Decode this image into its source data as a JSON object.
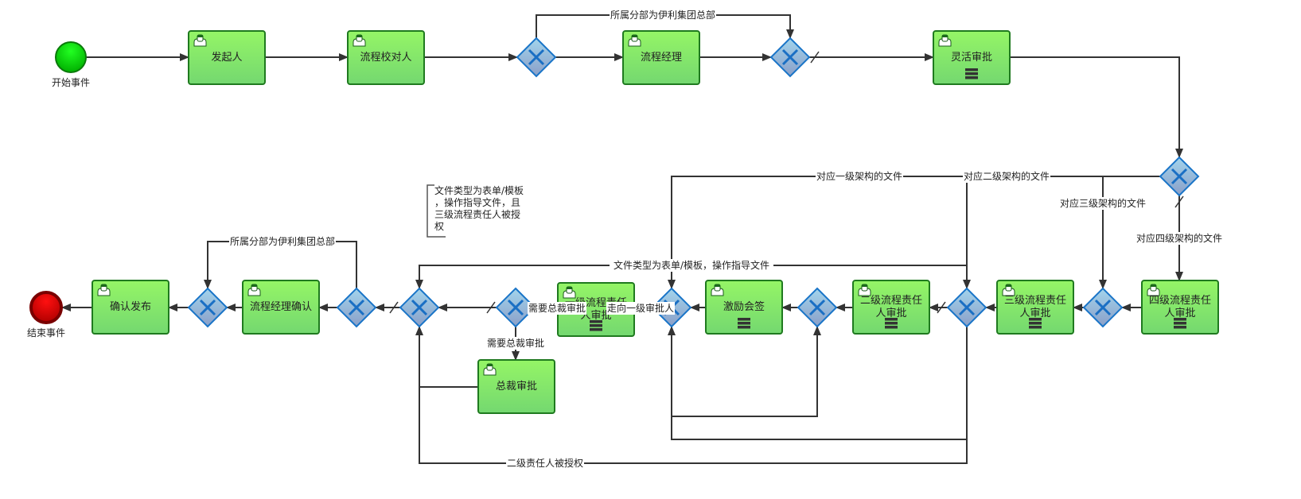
{
  "diagram": {
    "title": "BPMN process",
    "colors": {
      "task_fill_top": "#95f566",
      "task_fill_bottom": "#74d870",
      "task_stroke": "#1f7a1f",
      "gateway_fill_top": "#a3d4ec",
      "gateway_fill_bottom": "#8a9fc8",
      "gateway_stroke": "#1a75c8",
      "start_fill": "#00e000",
      "end_fill": "#dd0000",
      "end_stroke": "#7a0000",
      "flow": "#333333"
    },
    "events": [
      {
        "id": "start",
        "type": "start",
        "label": "开始事件"
      },
      {
        "id": "end",
        "type": "end",
        "label": "结束事件"
      }
    ],
    "tasks": [
      {
        "id": "t1",
        "label": [
          "发起人"
        ],
        "multi": false,
        "icon": "user-icon"
      },
      {
        "id": "t2",
        "label": [
          "流程校对人"
        ],
        "multi": false,
        "icon": "user-icon"
      },
      {
        "id": "t3",
        "label": [
          "流程经理"
        ],
        "multi": false,
        "icon": "user-icon"
      },
      {
        "id": "t4",
        "label": [
          "灵活审批"
        ],
        "multi": true,
        "icon": "user-icon"
      },
      {
        "id": "t5",
        "label": [
          "四级流程责任",
          "人审批"
        ],
        "multi": true,
        "icon": "user-icon"
      },
      {
        "id": "t6",
        "label": [
          "三级流程责任",
          "人审批"
        ],
        "multi": true,
        "icon": "user-icon"
      },
      {
        "id": "t7",
        "label": [
          "二级流程责任",
          "人审批"
        ],
        "multi": true,
        "icon": "user-icon"
      },
      {
        "id": "t8",
        "label": [
          "激励会签"
        ],
        "multi": true,
        "icon": "user-icon"
      },
      {
        "id": "t9",
        "label": [
          "一级流程责任",
          "人审批"
        ],
        "multi": true,
        "icon": "user-icon"
      },
      {
        "id": "t10",
        "label": [
          "总裁审批"
        ],
        "multi": false,
        "icon": "user-icon"
      },
      {
        "id": "t11",
        "label": [
          "流程经理确认"
        ],
        "multi": false,
        "icon": "user-icon"
      },
      {
        "id": "t12",
        "label": [
          "确认发布"
        ],
        "multi": false,
        "icon": "user-icon"
      }
    ],
    "gateways": [
      {
        "id": "g1",
        "type": "exclusive"
      },
      {
        "id": "g2",
        "type": "exclusive"
      },
      {
        "id": "g3",
        "type": "exclusive"
      },
      {
        "id": "g4",
        "type": "exclusive"
      },
      {
        "id": "g5",
        "type": "exclusive"
      },
      {
        "id": "g6",
        "type": "exclusive"
      },
      {
        "id": "g7",
        "type": "exclusive"
      },
      {
        "id": "g8",
        "type": "exclusive"
      },
      {
        "id": "g9",
        "type": "exclusive"
      },
      {
        "id": "g10",
        "type": "exclusive"
      },
      {
        "id": "g11",
        "type": "exclusive"
      }
    ],
    "flow_labels": {
      "hq_top": "所属分部为伊利集团总部",
      "level1": "对应一级架构的文件",
      "level2": "对应二级架构的文件",
      "level3": "对应三级架构的文件",
      "level4": "对应四级架构的文件",
      "form_template": "文件类型为表单/模板，操作指导文件",
      "to_level1": "走向一级审批人",
      "need_ceo_side": "需要总裁审批",
      "need_ceo": "需要总裁审批",
      "level2_authorized": "二级责任人被授权",
      "hq_bottom": "所属分部为伊利集团总部"
    },
    "annotation": {
      "lines": [
        "文件类型为表单/模板",
        "，操作指导文件，且",
        "三级流程责任人被授",
        "权"
      ]
    }
  }
}
